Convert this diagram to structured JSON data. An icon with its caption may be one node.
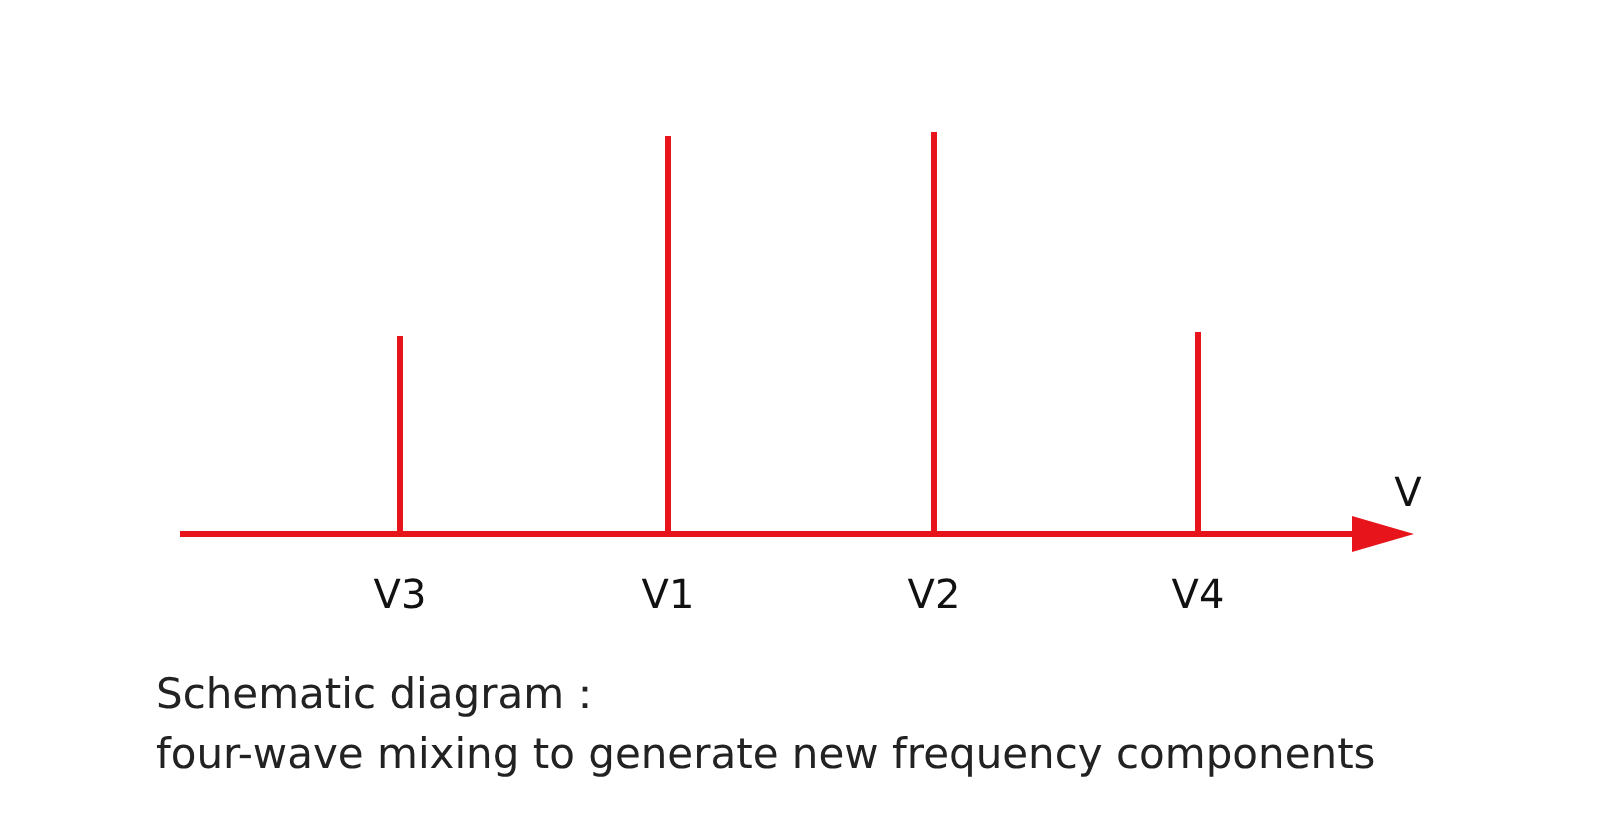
{
  "diagram": {
    "title": "Schematic diagram：",
    "caption": "four-wave mixing to generate new frequency components",
    "labels": [
      "V3",
      "V1",
      "V2",
      "V4",
      "V"
    ]
  }
}
